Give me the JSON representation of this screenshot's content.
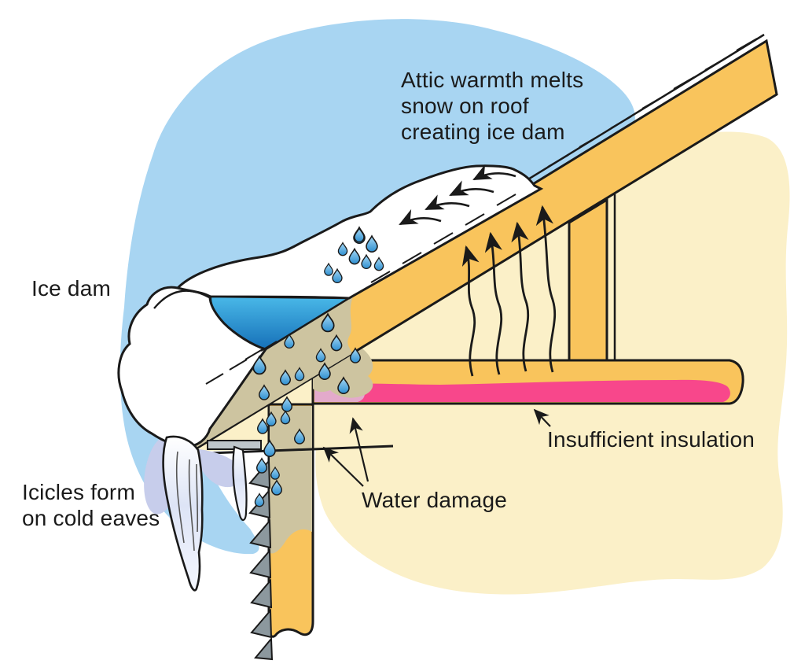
{
  "diagram": {
    "annotations": {
      "attic_warmth": "Attic warmth melts\nsnow on roof\ncreating ice dam",
      "ice_dam": "Ice dam",
      "icicles": "Icicles form\non cold eaves",
      "water_damage": "Water damage",
      "insufficient_insulation": "Insufficient insulation"
    },
    "colors": {
      "sky": "#A8D5F2",
      "attic": "#FBF0C8",
      "wood": "#F9C45C",
      "insulation_pink": "#F8478B",
      "wet_insulation": "#E3AACB",
      "stain_tan": "#CDC4A0",
      "water_top": "#49B8E8",
      "water_deep": "#1670B8",
      "drop_light": "#A6D8F4",
      "drop_blue": "#2E8FD0",
      "icicle_shadow": "#C7CDEB",
      "siding_gray": "#8C989E",
      "vent_gray": "#BEC6CB",
      "snow": "#FFFFFF",
      "outline": "#1A1A1A",
      "text": "#1A1A1A",
      "background": "#FFFFFF"
    }
  }
}
